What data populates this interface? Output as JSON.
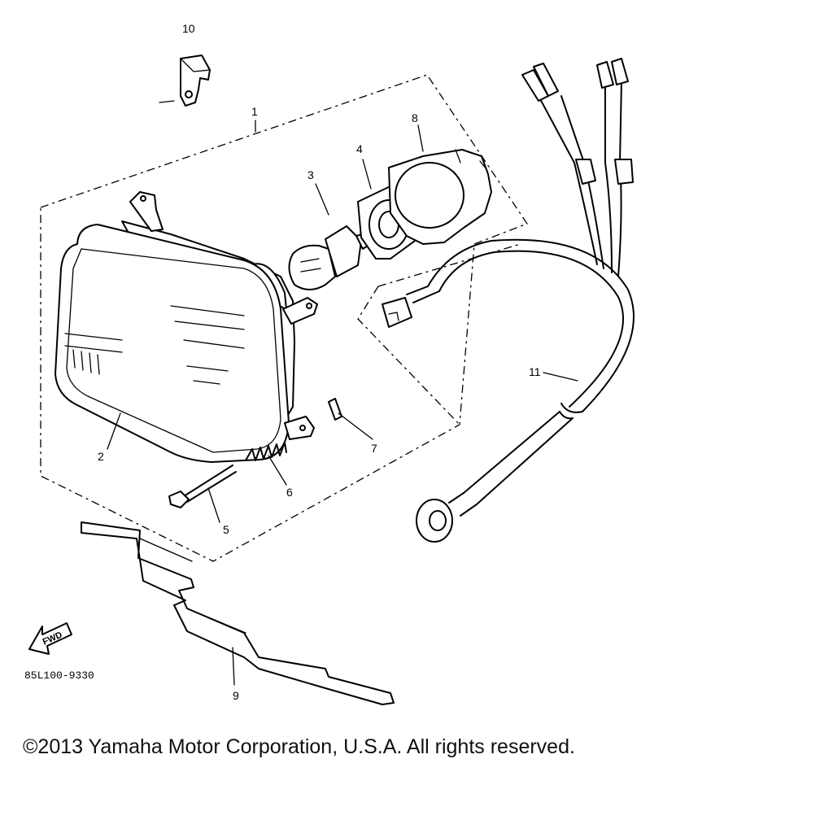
{
  "diagram": {
    "callouts": {
      "p1": "1",
      "p2": "2",
      "p3": "3",
      "p4": "4",
      "p5": "5",
      "p6": "6",
      "p7": "7",
      "p8": "8",
      "p9": "9",
      "p10": "10",
      "p11": "11"
    },
    "fwd_label": "FWD",
    "diagram_code": "85L100-9330"
  },
  "footer": {
    "copyright": "©2013 Yamaha Motor Corporation, U.S.A. All rights reserved."
  }
}
